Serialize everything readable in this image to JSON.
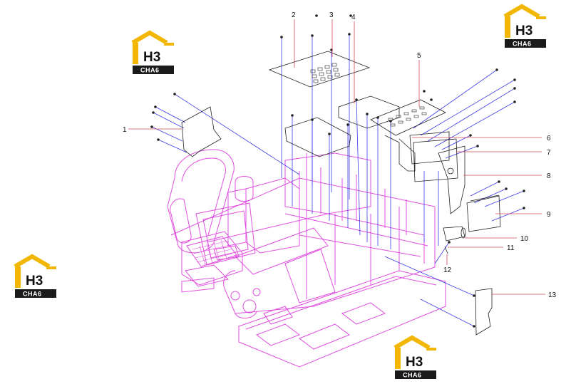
{
  "diagram": {
    "callouts": [
      "1",
      "2",
      "3",
      "4",
      "5",
      "6",
      "7",
      "8",
      "9",
      "10",
      "11",
      "12",
      "13"
    ]
  },
  "logos": [
    {
      "mark": "H3",
      "sub": "CHA6"
    },
    {
      "mark": "H3",
      "sub": "CHA6"
    },
    {
      "mark": "H3",
      "sub": "CHA6"
    },
    {
      "mark": "H3",
      "sub": "CHA6"
    }
  ],
  "colors": {
    "frame": "#e04ee0",
    "leader": "#3a3ae8",
    "callout_line": "#d24a5a",
    "part": "#222222",
    "logo_roof": "#f2b705",
    "logo_bar": "#1a1a1a"
  }
}
